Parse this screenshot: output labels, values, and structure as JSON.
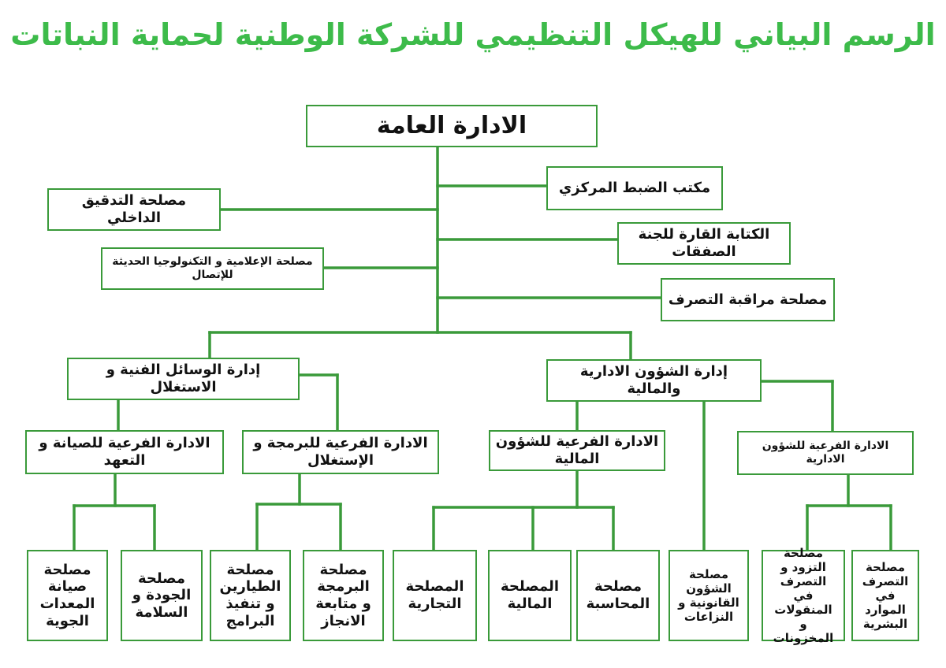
{
  "title": "الرسم البياني للهيكل التنظيمي للشركة الوطنية لحماية النباتات",
  "root": "الادارة العامة",
  "staff": {
    "central_control": "مكتب الضبط المركزي",
    "internal_audit": "مصلحة التدقيق الداخلي",
    "procurement_committee": "الكتابة القارة للجنة الصفقات",
    "it_comms": "مصلحة الإعلامية و التكنولوجيا الحديثة للإتصال",
    "spending_control": "مصلحة مراقبة التصرف"
  },
  "divisions": {
    "technical": {
      "label": "إدارة الوسائل الفنية و الاستغلال",
      "maintenance": {
        "label": "الادارة الفرعية للصيانة و التعهد",
        "units": [
          "مصلحة صيانة المعدات الجوية",
          "مصلحة الجودة و السلامة"
        ]
      },
      "programming": {
        "label": "الادارة الفرعية للبرمجة و الإستغلال",
        "units": [
          "مصلحة الطيارين و تنفيذ البرامج",
          "مصلحة البرمجة و متابعة الانجاز"
        ]
      }
    },
    "admin_finance": {
      "label": "إدارة الشؤون الادارية والمالية",
      "finance": {
        "label": "الادارة الفرعية للشؤون المالية",
        "units": [
          "المصلحة التجارية",
          "المصلحة المالية",
          "مصلحة المحاسبة"
        ]
      },
      "legal_unit": "مصلحة الشؤون القانونية و النزاعات",
      "admin": {
        "label": "الادارة الفرعية للشؤون الادارية",
        "units": [
          "مصلحة التزود و التصرف في المنقولات و المخزونات",
          "مصلحة التصرف في الموارد البشرية"
        ]
      }
    }
  },
  "colors": {
    "title": "#3dbb4a",
    "line": "#3a9a3a"
  }
}
